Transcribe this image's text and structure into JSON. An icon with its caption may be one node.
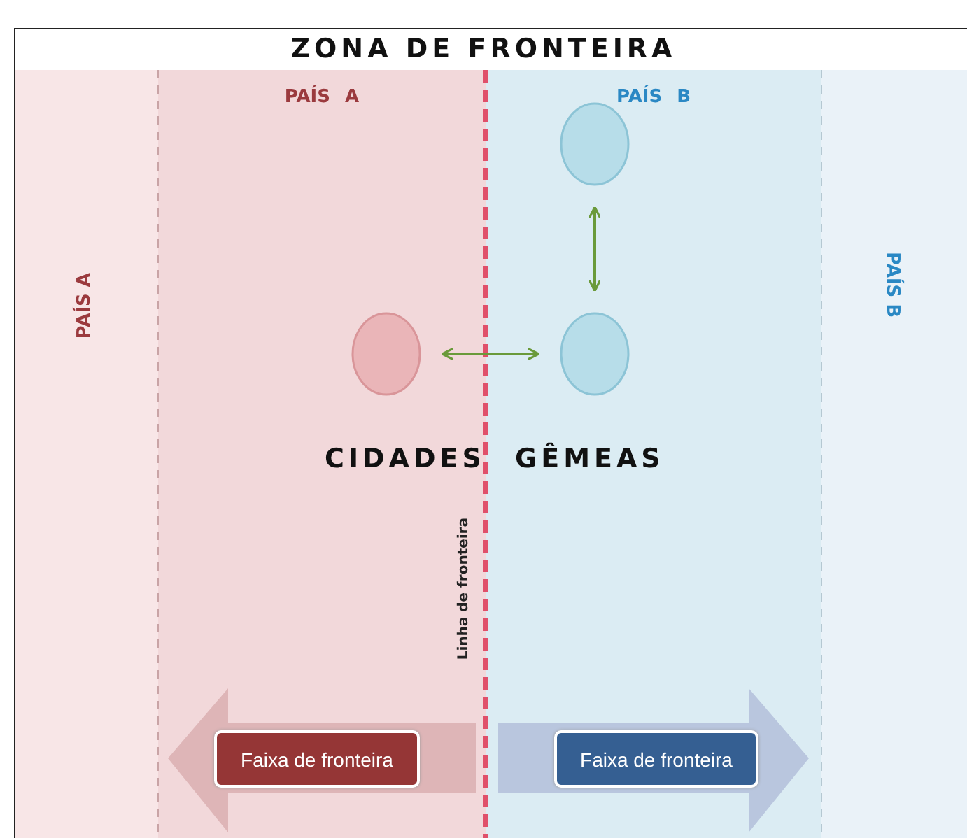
{
  "diagram": {
    "title": "ZONA DE FRONTEIRA",
    "nodes": [
      {
        "text": [
          "PAÍS A"
        ]
      },
      {
        "text": [
          "PAÍS A"
        ]
      },
      {
        "text": [
          "PAÍS B"
        ]
      },
      {
        "text": [
          "PAÍS B"
        ]
      },
      {
        "text": [],
        "shape": "circle",
        "in": 2
      },
      {
        "text": [],
        "shape": "circle",
        "in": 1
      },
      {
        "text": [],
        "shape": "circle",
        "in": 2
      },
      {
        "text": [
          "Faixa de fronteira"
        ],
        "in": 1
      },
      {
        "text": [
          "Faixa de fronteira"
        ],
        "in": 2
      }
    ],
    "edges": [
      {
        "from": 5,
        "to": 6,
        "arrow": "both"
      },
      {
        "from": 4,
        "to": 6,
        "arrow": "both"
      }
    ],
    "labels": [
      "CIDADES",
      "GÊMEAS",
      "Linha de fronteira"
    ]
  }
}
